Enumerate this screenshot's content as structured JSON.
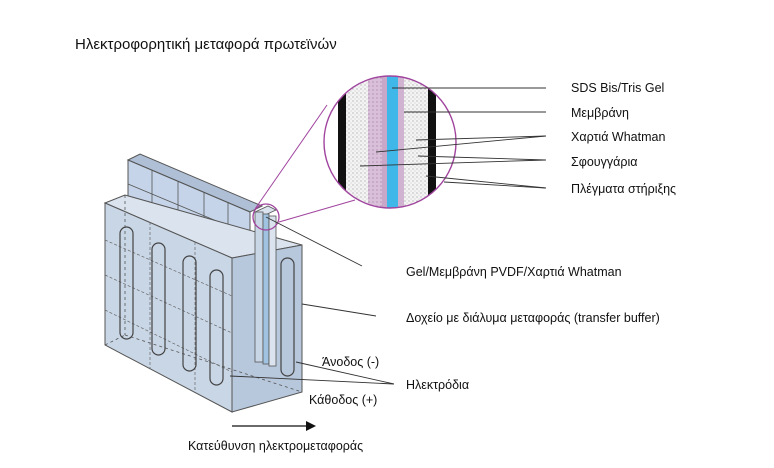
{
  "title": "Ηλεκτροφορητική μεταφορά πρωτεϊνών",
  "callouts": {
    "sds_gel": "SDS Bis/Tris Gel",
    "membrane": "Μεμβράνη",
    "whatman": "Χαρτιά Whatman",
    "sponges": "Σφουγγάρια",
    "support_grids": "Πλέγματα στήριξης",
    "sandwich": "Gel/Μεμβράνη PVDF/Χαρτιά Whatman",
    "tank": "Δοχείο με διάλυμα μεταφοράς (transfer buffer)",
    "anode": "Άνοδος (-)",
    "electrodes": "Ηλεκτρόδια",
    "cathode": "Κάθοδος (+)",
    "direction": "Κατεύθυνση ηλεκτρομεταφοράς"
  },
  "colors": {
    "gel": "#3fb7e8",
    "membrane": "#c9a7c9",
    "zoom_outline": "#a0449e",
    "tank": "#c9d6e6",
    "stroke": "#444444"
  }
}
